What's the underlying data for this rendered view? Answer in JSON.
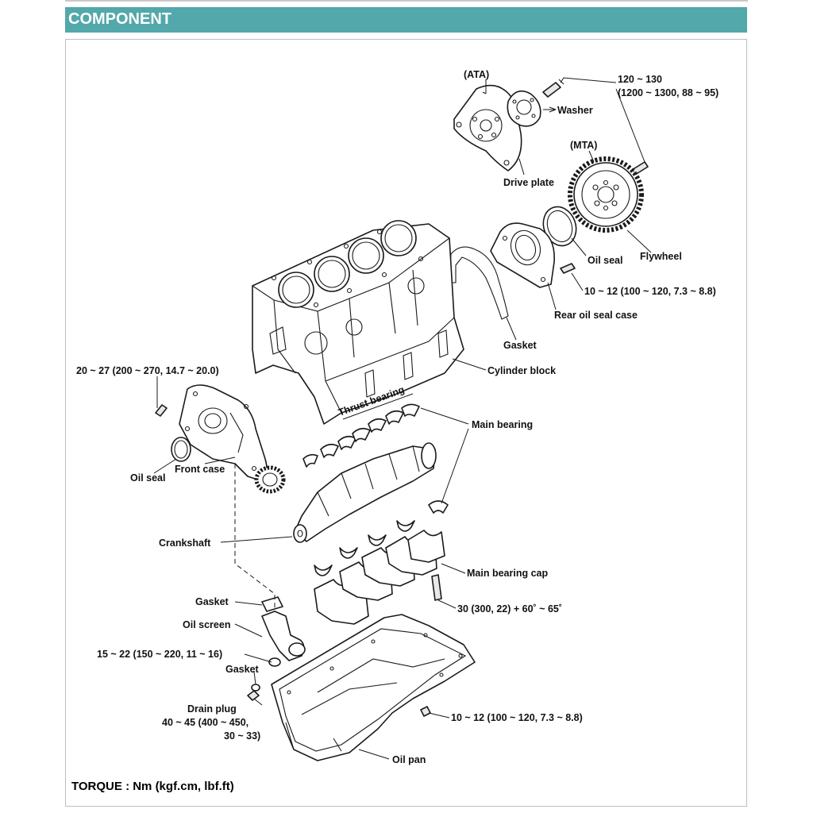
{
  "header": {
    "title": "COMPONENT"
  },
  "labels": {
    "ata": "(ATA)",
    "mta": "(MTA)",
    "washer": "Washer",
    "drive_plate": "Drive plate",
    "flywheel": "Flywheel",
    "oil_seal_rear": "Oil seal",
    "rear_oil_seal_case": "Rear oil seal case",
    "gasket_rear": "Gasket",
    "cylinder_block": "Cylinder block",
    "thrust_bearing": "Thrust bearing",
    "main_bearing": "Main bearing",
    "front_case": "Front case",
    "oil_seal_front": "Oil seal",
    "crankshaft": "Crankshaft",
    "main_bearing_cap": "Main bearing cap",
    "gasket_screen": "Gasket",
    "oil_screen": "Oil screen",
    "gasket_drain": "Gasket",
    "drain_plug": "Drain plug",
    "oil_pan": "Oil pan"
  },
  "torques": {
    "flywheel_bolt_line1": "120 ~ 130",
    "flywheel_bolt_line2": "(1200 ~ 1300, 88 ~ 95)",
    "rear_case_bolt": "10 ~ 12 (100 ~ 120, 7.3 ~ 8.8)",
    "front_case_bolt": "20 ~ 27 (200 ~ 270, 14.7 ~ 20.0)",
    "main_cap_bolt": "30 (300, 22) + 60˚ ~ 65˚",
    "oil_screen_bolt": "15 ~ 22 (150 ~ 220, 11 ~ 16)",
    "drain_plug_line1": "40 ~ 45 (400 ~ 450,",
    "drain_plug_line2": "30 ~ 33)",
    "oil_pan_bolt": "10 ~ 12 (100 ~ 120, 7.3 ~ 8.8)"
  },
  "footer": {
    "torque_unit": "TORQUE : Nm (kgf.cm, lbf.ft)"
  }
}
